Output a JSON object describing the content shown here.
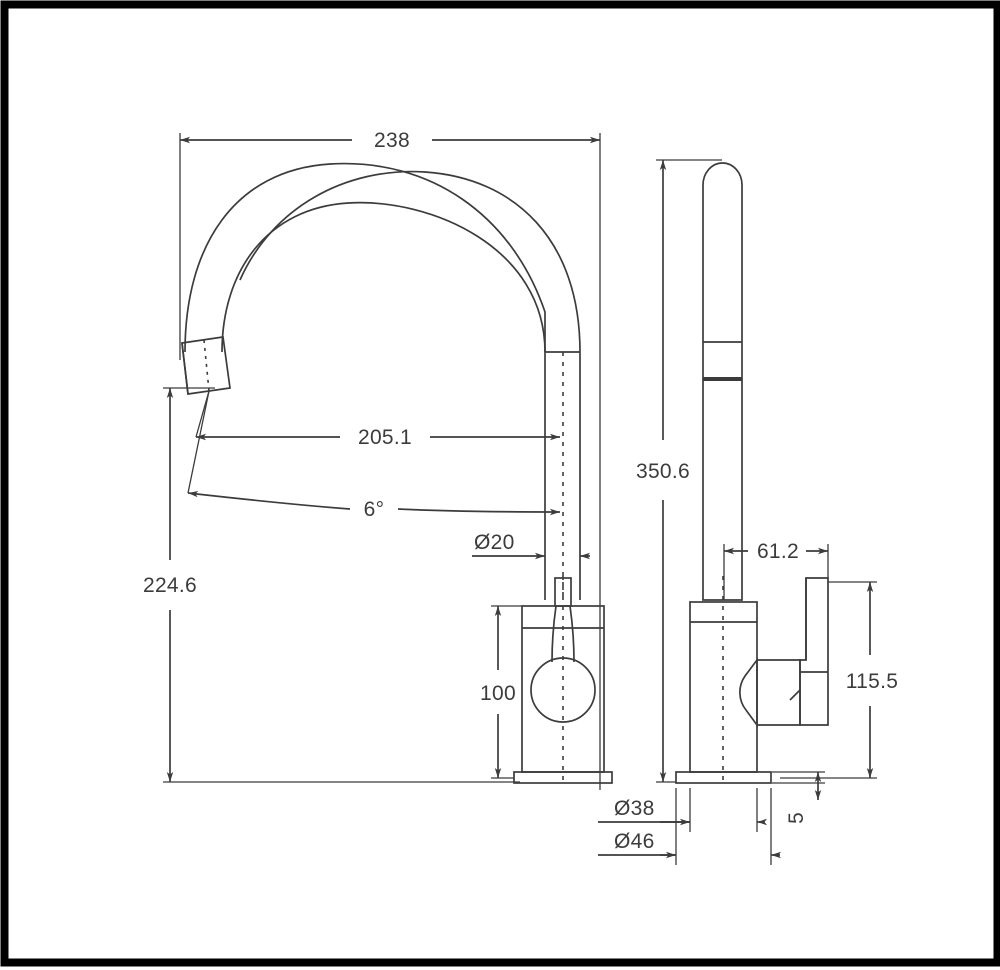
{
  "drawing": {
    "type": "technical-dimension-drawing",
    "subject": "kitchen-mixer-tap-gooseneck",
    "units": "mm",
    "border_color": "#000000",
    "line_color": "#3c3c3c",
    "background_color": "#ffffff",
    "views": [
      {
        "name": "front-elevation",
        "label": ""
      },
      {
        "name": "side-elevation",
        "label": ""
      }
    ]
  },
  "dimensions": {
    "overall_reach": "238",
    "spout_reach_to_center": "205.1",
    "spout_tip_angle": "6°",
    "spout_tube_diameter": "Ø20",
    "spout_outlet_height": "224.6",
    "body_height": "100",
    "overall_height": "350.6",
    "handle_offset": "61.2",
    "handle_height": "115.5",
    "base_plate_thickness": "5",
    "base_body_diameter": "Ø38",
    "base_flange_diameter": "Ø46"
  }
}
